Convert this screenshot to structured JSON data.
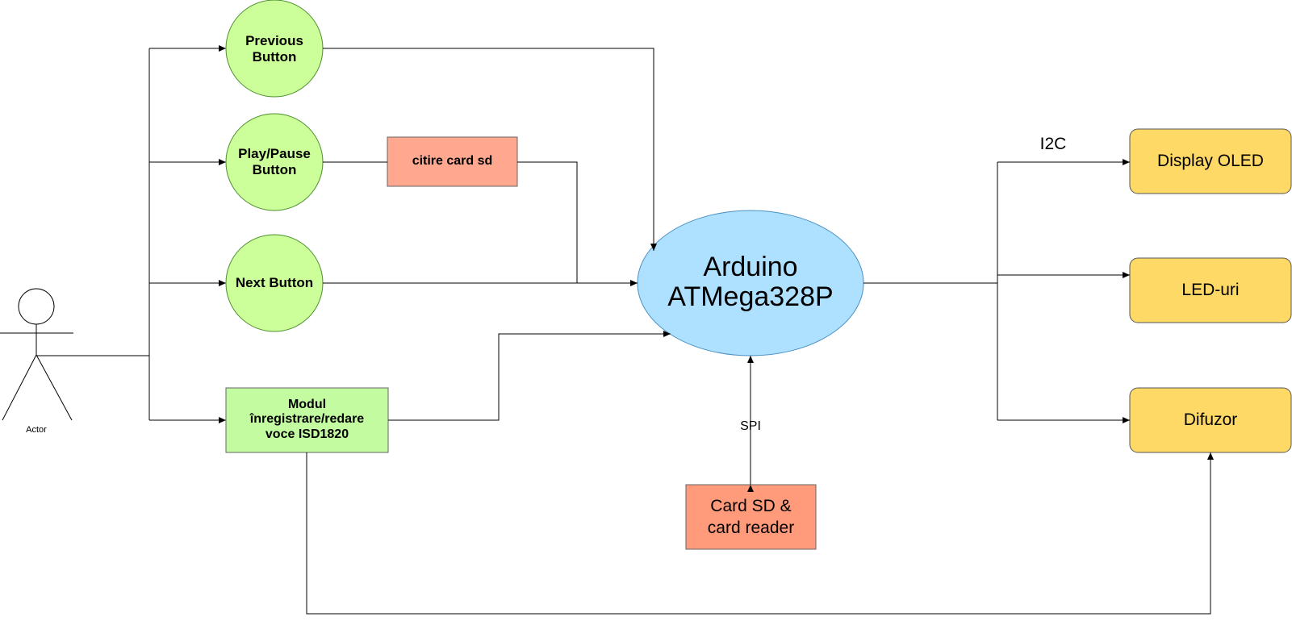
{
  "diagram": {
    "actor": {
      "label": "Actor"
    },
    "nodes": {
      "previous": {
        "label": "Previous\nButton",
        "color": "#ccff99"
      },
      "play_pause": {
        "label": "Play/Pause\nButton",
        "color": "#ccff99"
      },
      "next": {
        "label": "Next Button",
        "color": "#ccff99"
      },
      "citire": {
        "label": "citire card sd",
        "color": "#ffa88f"
      },
      "modul": {
        "label": "Modul\nînregistrare/redare\nvoce ISD1820",
        "color": "#c2fba0"
      },
      "arduino": {
        "label": "Arduino\nATMega328P",
        "color": "#aee0ff"
      },
      "card_sd": {
        "label": "Card SD &\ncard reader",
        "color": "#ff9a7a"
      },
      "display": {
        "label": "Display OLED",
        "color": "#ffd966"
      },
      "leds": {
        "label": "LED-uri",
        "color": "#ffd966"
      },
      "difuzor": {
        "label": "Difuzor",
        "color": "#ffd966"
      }
    },
    "edge_labels": {
      "spi": "SPI",
      "i2c": "I2C"
    }
  }
}
